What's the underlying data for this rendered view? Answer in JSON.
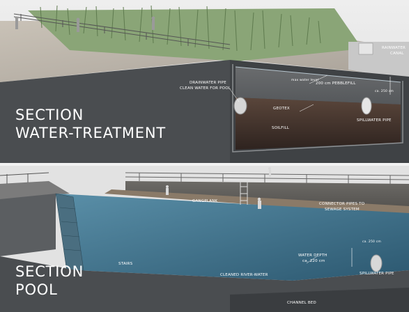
{
  "top_section": {
    "title_line1": "SECTION",
    "title_line2": "WATER-TREATMENT",
    "labels": {
      "rainwater_canal_1": "RAINWATER",
      "rainwater_canal_2": "CANAL",
      "drainwater_pipe": "DRAINWATER PIPE",
      "clean_water_pool": "CLEAN WATER FOR POOL",
      "max_water_level": "max water level",
      "pebblefill": "200 cm PEBBLEFILL",
      "dim": "ca. 250 cm",
      "geotex": "GEOTEX",
      "soilfill": "SOILFILL",
      "spillwater_pipe": "SPILLWATER PIPE"
    }
  },
  "bottom_section": {
    "title_line1": "SECTION",
    "title_line2": "POOL",
    "labels": {
      "gangplank": "GANGPLANK",
      "connector_1": "CONNECTOR PIPES TO",
      "connector_2": "SEWAGE SYSTEM",
      "stairs": "STAIRS",
      "water_depth_1": "WATER DEPTH",
      "water_depth_2": "ca. 220 cm",
      "cleaned_river_water": "CLEANED RIVER-WATER",
      "dim": "ca. 250 cm",
      "spillwater_pipe": "SPILLWATER PIPE",
      "channel_bed": "CHANNEL BED"
    }
  },
  "colors": {
    "section_cut": "#4a4d50",
    "soil": "#3a2c26",
    "pool_water": "#3d6f87",
    "reeds": "#7e9d6a"
  }
}
